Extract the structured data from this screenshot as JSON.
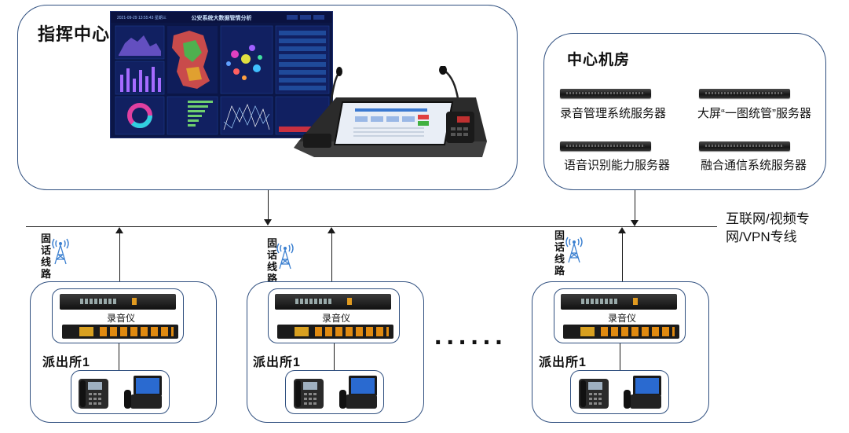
{
  "command_center": {
    "title": "指挥中心",
    "screen": {
      "title": "公安系统大数据管情分析",
      "datetime": "2021-09-29  13:55:43",
      "weekday": "星期三",
      "colors": {
        "bg": "#0d1a4a",
        "accent": "#28c8ff",
        "map": "#d64a4a"
      }
    }
  },
  "machine_room": {
    "title": "中心机房",
    "servers": [
      "录音管理系统服务器",
      "大屏“一图统管”服务器",
      "语音识别能力服务器",
      "融合通信系统服务器"
    ]
  },
  "network": {
    "label_line1": "互联网/视频专",
    "label_line2": "网/VPN专线"
  },
  "stations": [
    {
      "name": "派出所1",
      "line_label": "固话线路",
      "recorder_label": "录音仪"
    },
    {
      "name": "派出所1",
      "line_label": "固话线路",
      "recorder_label": "录音仪"
    },
    {
      "name": "派出所1",
      "line_label": "固话线路",
      "recorder_label": "录音仪"
    }
  ],
  "ellipsis": "......",
  "icons": [
    "antenna-icon",
    "desk-phone-icon",
    "video-phone-icon",
    "server-icon",
    "microphone-icon"
  ]
}
